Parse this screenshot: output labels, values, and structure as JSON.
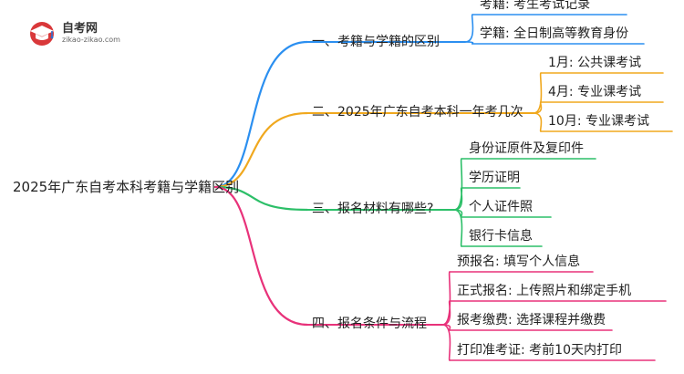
{
  "logo": {
    "name": "自考网",
    "url": "zikao-zikao.com"
  },
  "root": "2025年广东自考本科考籍与学籍区别",
  "colors": {
    "blue": "#2b8ff0",
    "orange": "#f0a81e",
    "green": "#2cbf68",
    "pink": "#e8327a",
    "logo_red": "#d9383a",
    "logo_blue": "#2e6fd0"
  },
  "branches": [
    {
      "label": "一、考籍与学籍的区别",
      "color": "blue",
      "children": [
        "考籍: 考生考试记录",
        "学籍: 全日制高等教育身份"
      ]
    },
    {
      "label": "二、2025年广东自考本科一年考几次",
      "color": "orange",
      "children": [
        "1月: 公共课考试",
        "4月: 专业课考试",
        "10月: 专业课考试"
      ]
    },
    {
      "label": "三、报名材料有哪些?",
      "color": "green",
      "children": [
        "身份证原件及复印件",
        "学历证明",
        "个人证件照",
        "银行卡信息"
      ]
    },
    {
      "label": "四、报名条件与流程",
      "color": "pink",
      "children": [
        "预报名: 填写个人信息",
        "正式报名: 上传照片和绑定手机",
        "报考缴费: 选择课程并缴费",
        "打印准考证: 考前10天内打印"
      ]
    }
  ]
}
